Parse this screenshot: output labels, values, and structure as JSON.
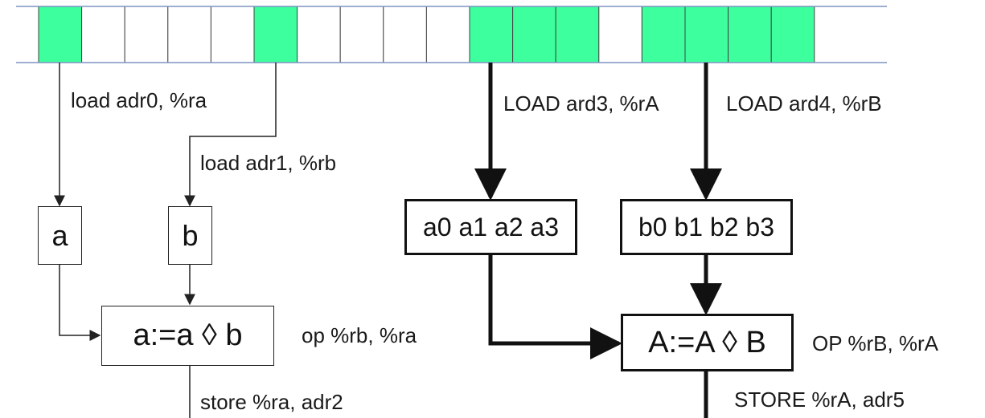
{
  "memory": {
    "cells": [
      {
        "filled": true
      },
      {
        "filled": false
      },
      {
        "filled": false
      },
      {
        "filled": false
      },
      {
        "filled": false
      },
      {
        "filled": true
      },
      {
        "filled": false
      },
      {
        "filled": false
      },
      {
        "filled": false
      },
      {
        "filled": false
      },
      {
        "filled": true
      },
      {
        "filled": true
      },
      {
        "filled": true
      },
      {
        "filled": false
      },
      {
        "filled": true
      },
      {
        "filled": true
      },
      {
        "filled": true
      },
      {
        "filled": true
      }
    ]
  },
  "scalar": {
    "load_a": "load adr0, %ra",
    "load_b": "load adr1, %rb",
    "box_a": "a",
    "box_b": "b",
    "op_box": "a:=a ◊ b",
    "op_label": "op %rb, %ra",
    "store_label": "store %ra, adr2"
  },
  "vector": {
    "load_a": "LOAD ard3, %rA",
    "load_b": "LOAD ard4, %rB",
    "box_a": "a0 a1 a2 a3",
    "box_b": "b0 b1 b2 b3",
    "op_box": "A:=A ◊ B",
    "op_label": "OP %rB, %rA",
    "store_label": "STORE %rA, adr5"
  },
  "colors": {
    "cell_fill": "#3dff9e",
    "cell_border": "#444444",
    "rail": "#7f93c2"
  }
}
